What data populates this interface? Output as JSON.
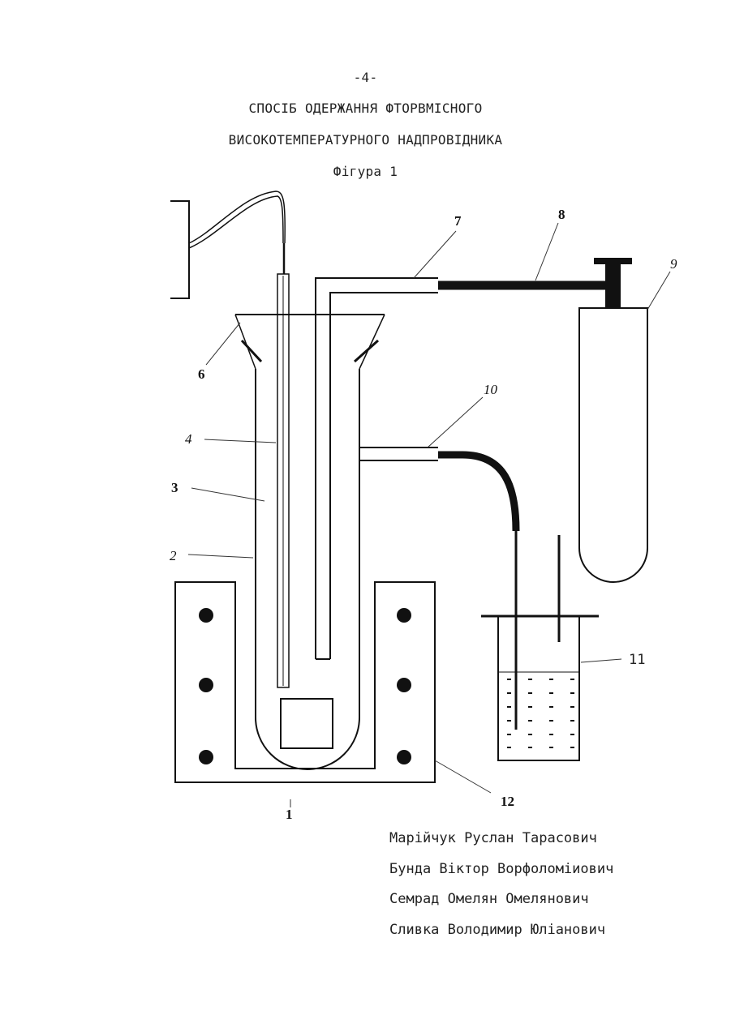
{
  "page_number": "-4-",
  "title_line1": "СПОСІБ ОДЕРЖАННЯ ФТОРВМІСНОГО",
  "title_line2": "ВИСОКОТЕМПЕРАТУРНОГО НАДПРОВІДНИКА",
  "figure_caption": "Фігура 1",
  "labels": {
    "l1": "1",
    "l2": "2",
    "l3": "3",
    "l4": "4",
    "l6": "6",
    "l7": "7",
    "l8": "8",
    "l9": "9",
    "l10": "10",
    "l11": "11",
    "l12": "12"
  },
  "authors": [
    "Марійчук Руслан Тарасович",
    "Бунда Віктор Ворфоломіиович",
    "Семрад Омелян Омелянович",
    "Сливка Володимир Юліанович"
  ]
}
